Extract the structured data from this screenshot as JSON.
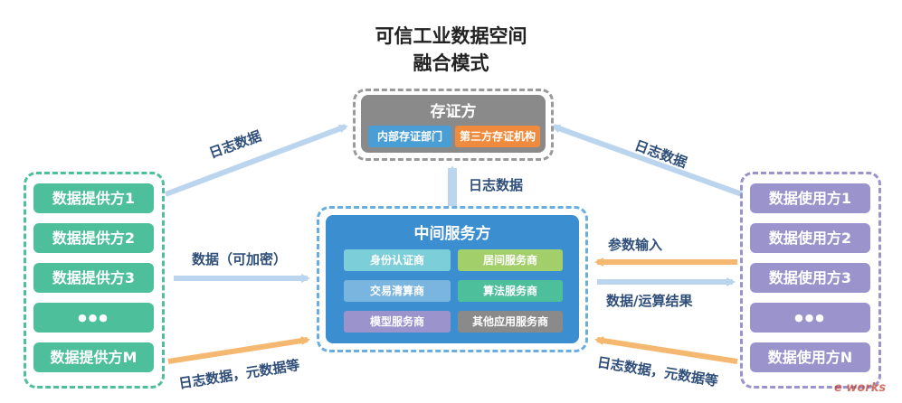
{
  "title": {
    "line1": "可信工业数据空间",
    "line2": "融合模式"
  },
  "verifier": {
    "title": "存证方",
    "tags": [
      "内部存证部门",
      "第三方存证机构"
    ]
  },
  "providers": {
    "items": [
      "数据提供方1",
      "数据提供方2",
      "数据提供方3",
      "●●●",
      "数据提供方M"
    ]
  },
  "consumers": {
    "items": [
      "数据使用方1",
      "数据使用方2",
      "数据使用方3",
      "●●●",
      "数据使用方N"
    ]
  },
  "intermediary": {
    "title": "中间服务方",
    "services": [
      "身份认证商",
      "居间服务商",
      "交易清算商",
      "算法服务商",
      "模型服务商",
      "其他应用服务商"
    ]
  },
  "edges": {
    "left_top": "日志数据",
    "right_top": "日志数据",
    "center_up": "日志数据",
    "left_mid": "数据（可加密）",
    "left_bottom": "日志数据，元数据等",
    "right_param": "参数输入",
    "right_result": "数据/运算结果",
    "right_bottom": "日志数据，元数据等"
  },
  "watermark": "e works",
  "colors": {
    "provider": "#4dbf9a",
    "consumer": "#9b93cc",
    "intermediary_bg": "#3b8fd0",
    "verifier_bg": "#8a8a8a",
    "tag_blue": "#4a9ed6",
    "tag_orange": "#f08a3c",
    "arrow_blue": "#bcd5ee",
    "arrow_orange": "#f5b870"
  }
}
